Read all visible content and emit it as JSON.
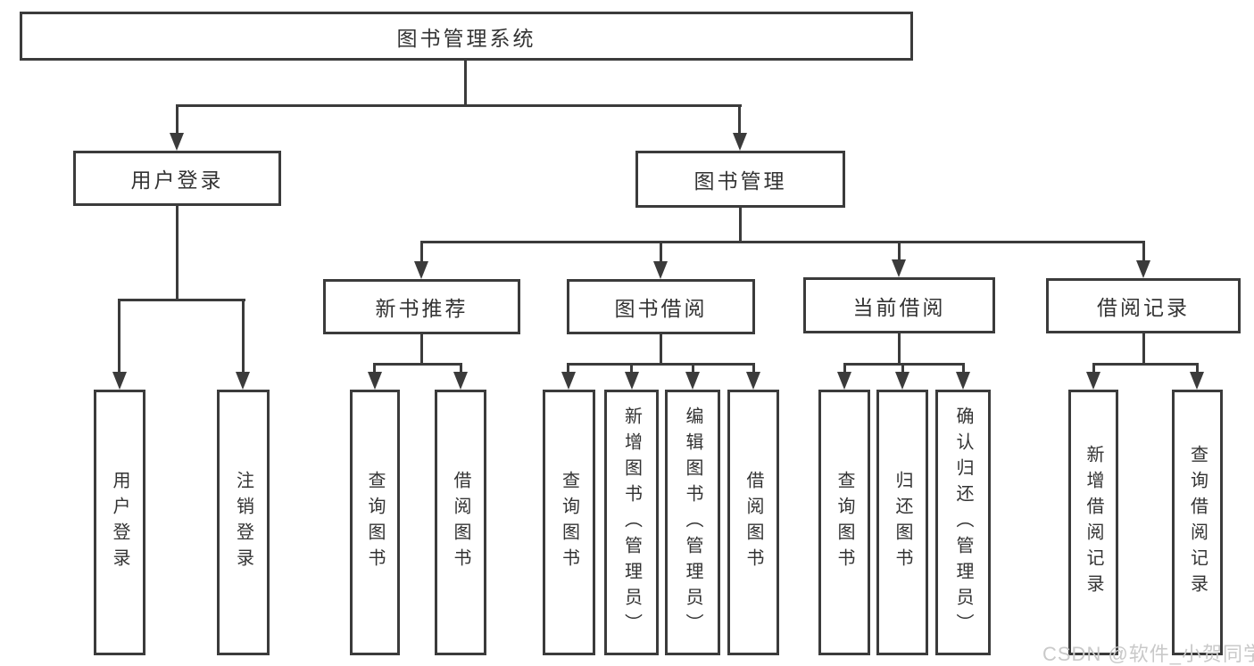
{
  "colors": {
    "line": "#3b3b3b",
    "text": "#333333",
    "watermark": "#c9c9c9",
    "bg": "#ffffff"
  },
  "diagram": {
    "root": {
      "label": "图书管理系统"
    },
    "level2": [
      {
        "label": "用户登录"
      },
      {
        "label": "图书管理"
      }
    ],
    "level3": [
      {
        "label": "新书推荐"
      },
      {
        "label": "图书借阅"
      },
      {
        "label": "当前借阅"
      },
      {
        "label": "借阅记录"
      }
    ],
    "leaves": {
      "user_login": [
        "用户登录",
        "注销登录"
      ],
      "new_book_recommend": [
        "查询图书",
        "借阅图书"
      ],
      "book_borrow": [
        "查询图书",
        "新增图书（管理员）",
        "编辑图书（管理员）",
        "借阅图书"
      ],
      "current_borrow": [
        "查询图书",
        "归还图书",
        "确认归还（管理员）"
      ],
      "borrow_records": [
        "新增借阅记录",
        "查询借阅记录"
      ]
    }
  },
  "watermark": {
    "text": "CSDN @软件_小贺同学"
  }
}
